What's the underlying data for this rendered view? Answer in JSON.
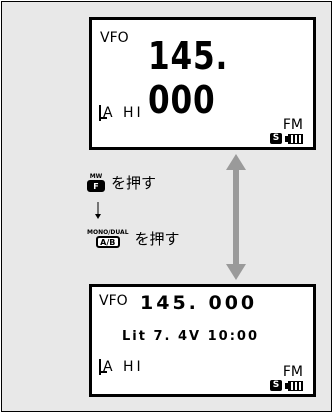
{
  "top_display": {
    "vfo_label": "VFO",
    "frequency": "145. 000",
    "memo_label": "A HI",
    "mode": "FM"
  },
  "instructions": {
    "step1_caption": "MW",
    "step1_key": "F",
    "step1_text": "を押す",
    "step2_caption": "MONO/DUAL",
    "step2_key": "A/B",
    "step2_text": "を押す"
  },
  "bottom_display": {
    "vfo_label": "VFO",
    "frequency": "145. 000",
    "info_line": "Lit 7. 4V 10:00",
    "memo_label": "A HI",
    "mode": "FM"
  },
  "icons": {
    "signal": "s-meter-icon",
    "battery": "battery-icon",
    "arrow": "double-arrow-icon"
  },
  "colors": {
    "background": "#e8e8e8",
    "lcd": "#ffffff",
    "foreground": "#000000"
  }
}
